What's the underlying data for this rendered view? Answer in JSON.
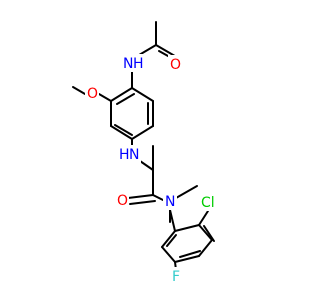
{
  "colors": {
    "background": "#ffffff",
    "carbon_bond": "#000000",
    "nitrogen": "#0000ff",
    "oxygen": "#ff0000",
    "chlorine": "#00cc00",
    "fluorine": "#33cccc"
  },
  "atoms": {
    "amide_nh": {
      "text": "H",
      "element": "N"
    },
    "acetyl_o": {
      "text": "O",
      "element": "O"
    },
    "methoxy_o": {
      "text": "O",
      "element": "O"
    },
    "amine_nh": {
      "text": "N",
      "element": "N"
    },
    "amide_o": {
      "text": "O",
      "element": "O"
    },
    "amide_n": {
      "text": "N",
      "element": "N"
    },
    "cl": {
      "text": "Cl",
      "element": "Cl"
    },
    "f": {
      "text": "F",
      "element": "F"
    }
  }
}
